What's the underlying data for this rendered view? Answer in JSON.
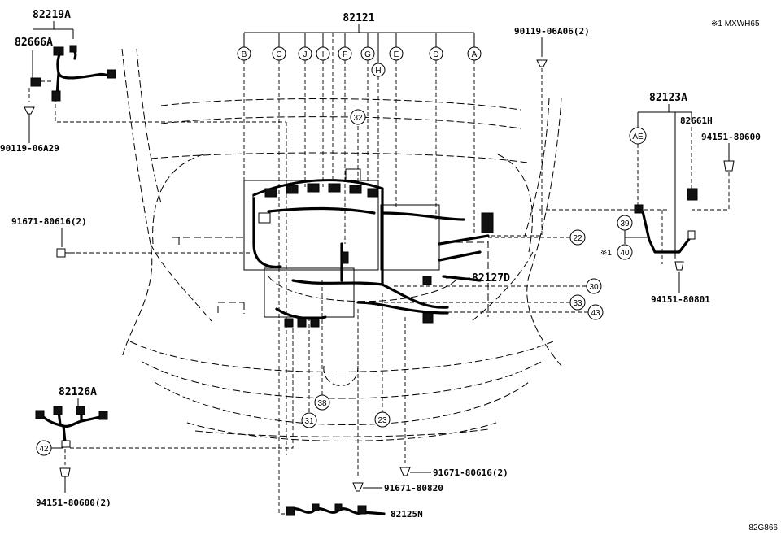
{
  "diagram": {
    "note": "※1 MXWH65",
    "footer_code": "82G866",
    "parts": {
      "p82219A": "82219A",
      "p82666A": "82666A",
      "p90119_06A29": "90119-06A29",
      "p82121": "82121",
      "p90119_06A06": "90119-06A06(2)",
      "p82123A": "82123A",
      "p82661H": "82661H",
      "p94151_80600": "94151-80600",
      "p91671_80616a": "91671-80616(2)",
      "p82127D": "82127D",
      "p94151_80801": "94151-80801",
      "p82126A": "82126A",
      "p94151_80600b": "94151-80600(2)",
      "p91671_80616b": "91671-80616(2)",
      "p91671_80820": "91671-80820",
      "p82125N": "82125N"
    },
    "connectors": [
      "B",
      "C",
      "J",
      "I",
      "F",
      "G",
      "H",
      "E",
      "D",
      "A",
      "AE"
    ],
    "callouts": [
      "32",
      "22",
      "30",
      "33",
      "43",
      "39",
      "40",
      "38",
      "31",
      "23",
      "42"
    ],
    "note_mark": "※1"
  }
}
